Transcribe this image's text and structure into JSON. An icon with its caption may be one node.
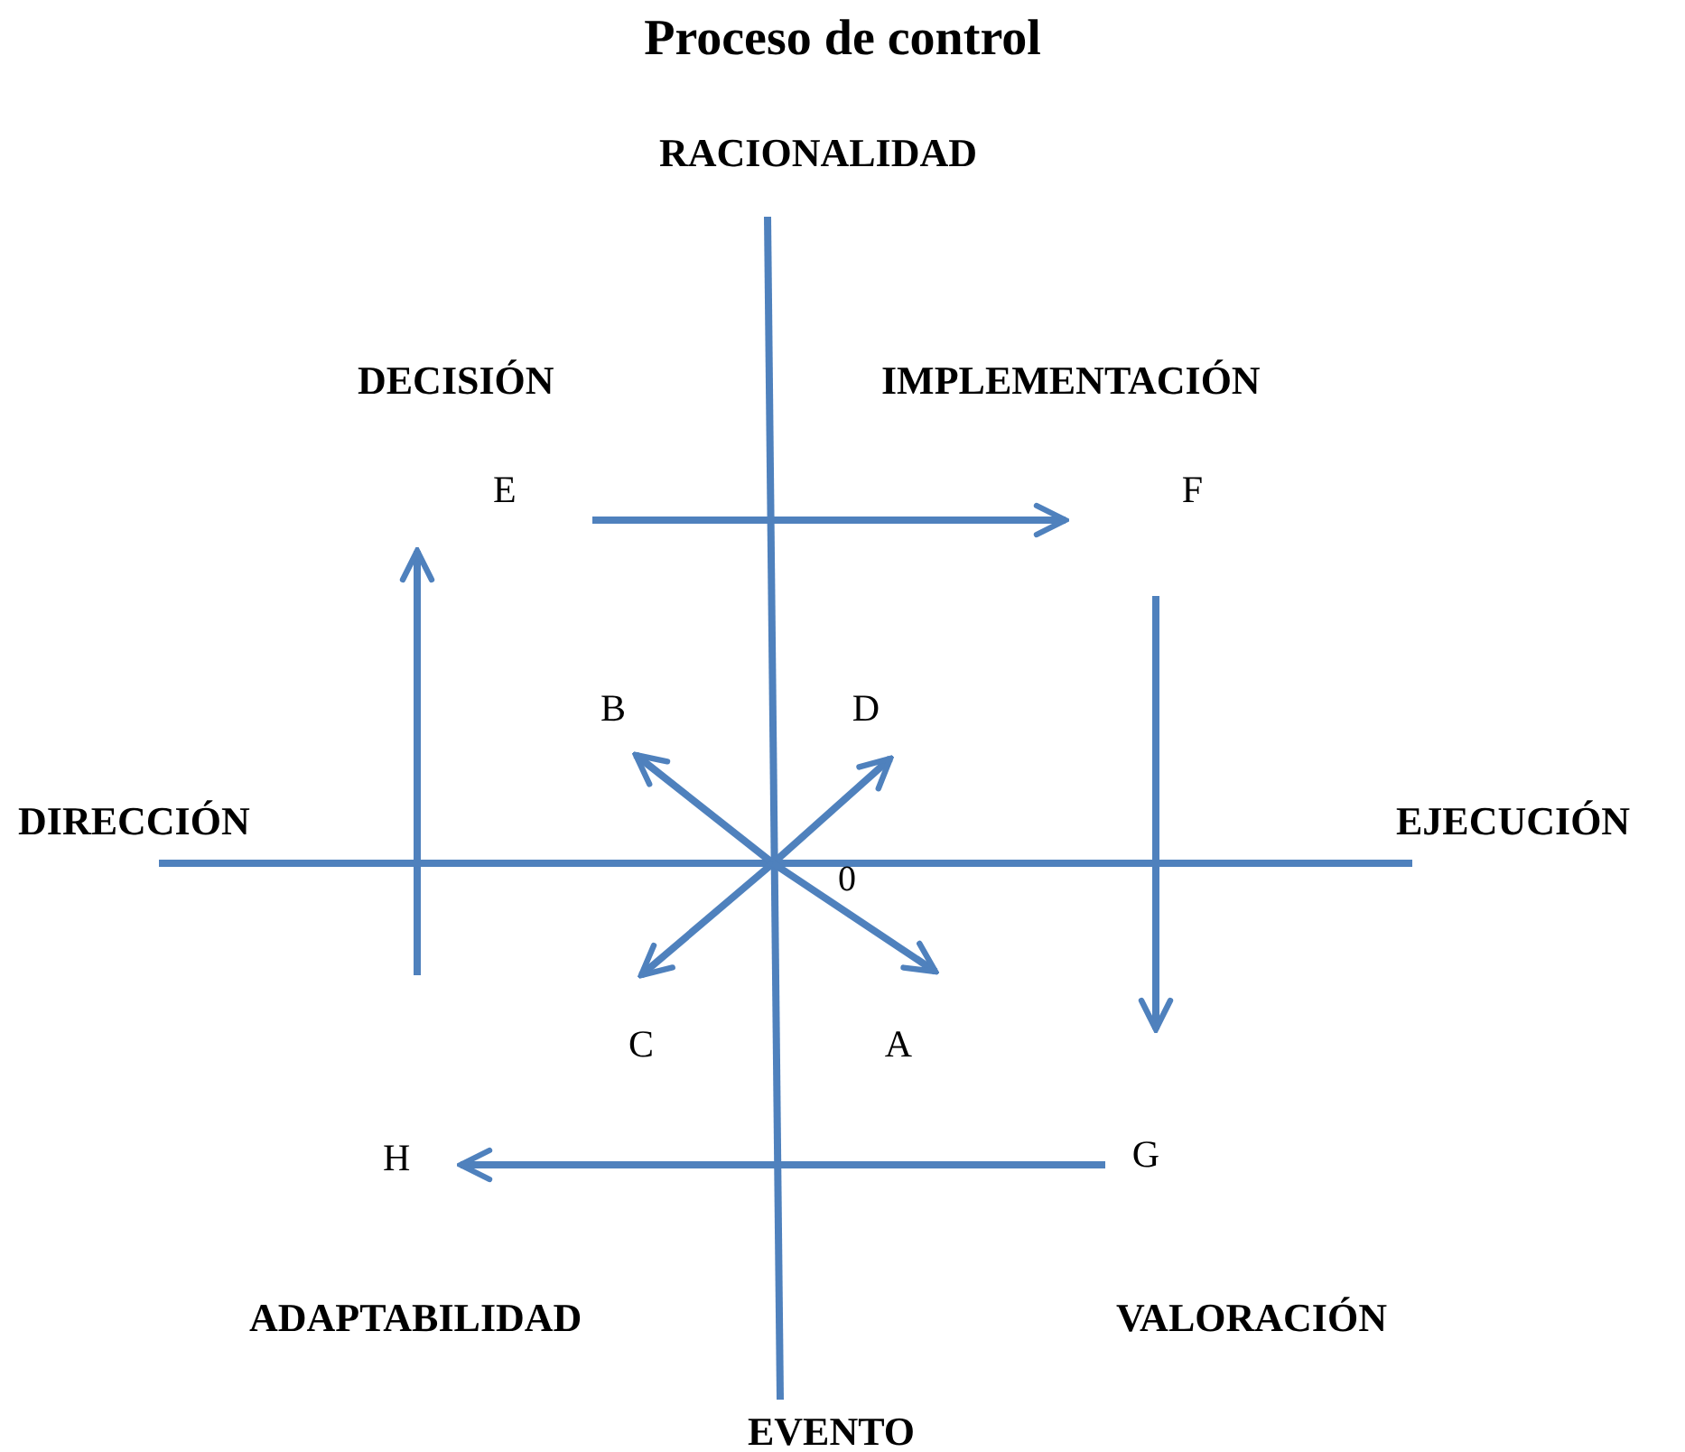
{
  "diagram": {
    "title": "Proceso de control",
    "nodes": [
      {
        "text": [
          "E"
        ]
      },
      {
        "text": [
          "F"
        ]
      },
      {
        "text": [
          "B"
        ]
      },
      {
        "text": [
          "D"
        ]
      },
      {
        "text": [
          "C"
        ]
      },
      {
        "text": [
          "A"
        ]
      },
      {
        "text": [
          "H"
        ]
      },
      {
        "text": [
          "G"
        ]
      }
    ],
    "edges": [
      {
        "from": 0,
        "to": 1,
        "arrow": "to"
      },
      {
        "from": 1,
        "to": 7,
        "arrow": "to"
      },
      {
        "from": 7,
        "to": 6,
        "arrow": "to"
      },
      {
        "from": null,
        "to": 0,
        "arrow": "to"
      },
      {
        "from": null,
        "to": 2,
        "arrow": "to"
      },
      {
        "from": null,
        "to": 3,
        "arrow": "to"
      },
      {
        "from": null,
        "to": 4,
        "arrow": "to"
      },
      {
        "from": null,
        "to": 5,
        "arrow": "to"
      }
    ],
    "labels": [
      "RACIONALIDAD",
      "DECISIÓN",
      "IMPLEMENTACIÓN",
      "DIRECCIÓN",
      "EJECUCIÓN",
      "0",
      "ADAPTABILIDAD",
      "VALORACIÓN",
      "EVENTO"
    ]
  }
}
